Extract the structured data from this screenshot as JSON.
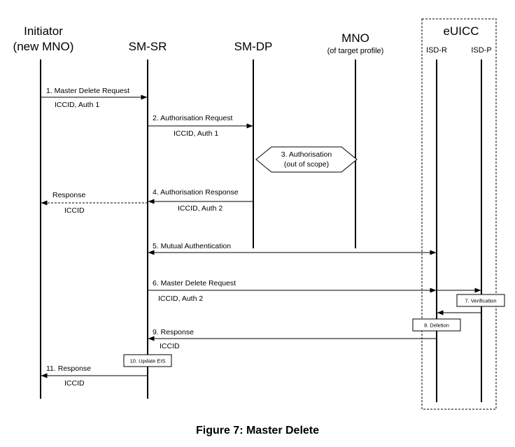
{
  "participants": {
    "initiator": {
      "line1": "Initiator",
      "line2": "(new MNO)"
    },
    "smsr": {
      "label": "SM-SR"
    },
    "smdp": {
      "label": "SM-DP"
    },
    "mno": {
      "label": "MNO",
      "sub": "(of target profile)"
    },
    "euicc": {
      "label": "eUICC"
    },
    "isdr": {
      "label": "ISD-R"
    },
    "isdp": {
      "label": "ISD-P"
    }
  },
  "messages": {
    "m1": {
      "label": "1. Master Delete Request",
      "param": "ICCID, Auth 1"
    },
    "m2": {
      "label": "2. Authorisation Request",
      "param": "ICCID, Auth 1"
    },
    "m3": {
      "line1": "3. Authorisation",
      "line2": "(out of scope)"
    },
    "m4": {
      "label": "4. Authorisation Response",
      "param": "ICCID, Auth 2"
    },
    "m4r": {
      "label": "Response",
      "param": "ICCID"
    },
    "m5": {
      "label": "5. Mutual Authentication"
    },
    "m6": {
      "label": "6. Master Delete Request",
      "param": "ICCID, Auth 2"
    },
    "m7": {
      "label": "7. Verification"
    },
    "m8": {
      "label": "8. Deletion"
    },
    "m9": {
      "label": "9. Response",
      "param": "ICCID"
    },
    "m10": {
      "label": "10. Update EIS"
    },
    "m11": {
      "label": "11. Response",
      "param": "ICCID"
    }
  },
  "caption": "Figure 7: Master Delete"
}
